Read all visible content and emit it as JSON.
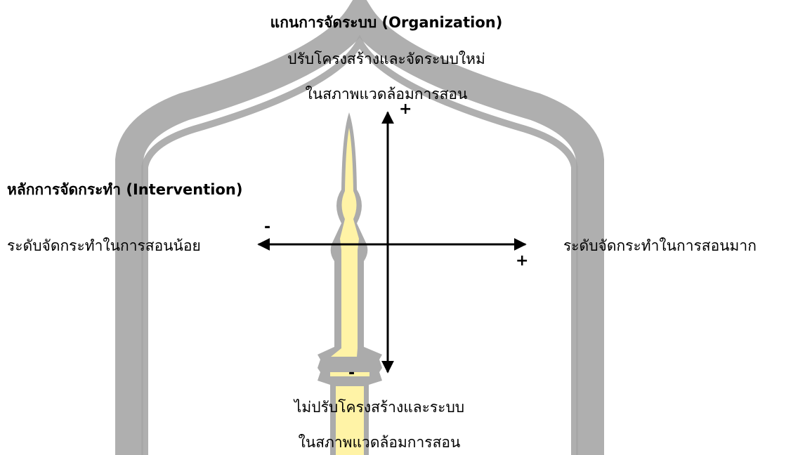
{
  "vertical_axis": {
    "title": "แกนการจัดระบบ (Organization)",
    "top_line_1": "ปรับโครงสร้างและจัดระบบใหม่",
    "top_line_2": "ในสภาพแวดล้อมการสอน",
    "top_sign": "+",
    "bottom_sign": "-",
    "bottom_line_1": "ไม่ปรับโครงสร้างและระบบ",
    "bottom_line_2": "ในสภาพแวดล้อมการสอน"
  },
  "horizontal_axis": {
    "title": "หลักการจัดกระทำ (Intervention)",
    "left_sign": "-",
    "left_label": "ระดับจัดกระทำในการสอนน้อย",
    "right_sign": "+",
    "right_label": "ระดับจัดกระทำในการสอนมาก"
  },
  "colors": {
    "watermark_gray": "#a6a6a6",
    "watermark_yellow": "#fff3a6",
    "arrow": "#000000"
  }
}
